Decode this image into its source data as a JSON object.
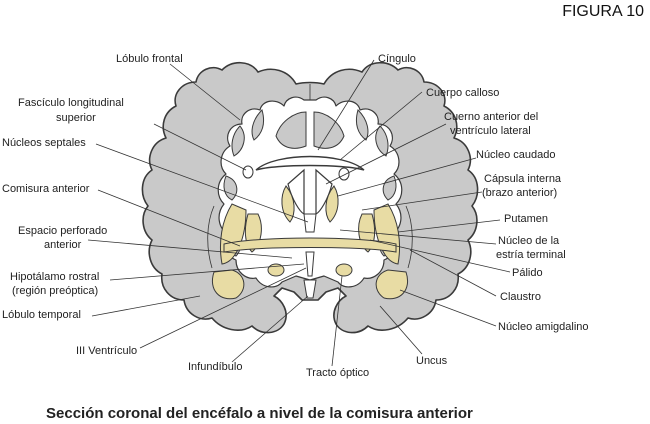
{
  "figure_label": "FIGURA 10",
  "caption": "Sección coronal del encéfalo a nivel de la comisura anterior",
  "colors": {
    "cortex_fill": "#c9c9c9",
    "outline": "#3a3a3a",
    "nuclei_fill": "#e8dca4",
    "background": "#ffffff"
  },
  "labels": {
    "lobulo_frontal": "Lóbulo frontal",
    "cingulo": "Cíngulo",
    "fasciculo_line1": "Fascículo longitudinal",
    "fasciculo_line2": "superior",
    "cuerpo_calloso": "Cuerpo calloso",
    "cuerno_line1": "Cuerno anterior del",
    "cuerno_line2": "ventrículo lateral",
    "nucleos_septales": "Núcleos septales",
    "nucleo_caudado": "Núcleo caudado",
    "comisura_anterior": "Comisura anterior",
    "capsula_line1": "Cápsula interna",
    "capsula_line2": "(brazo anterior)",
    "espacio_line1": "Espacio perforado",
    "espacio_line2": "anterior",
    "putamen": "Putamen",
    "nucleo_estria_line1": "Núcleo de la",
    "nucleo_estria_line2": "estría terminal",
    "hipotalamo_line1": "Hipotálamo rostral",
    "hipotalamo_line2": "(región preóptica)",
    "palido": "Pálido",
    "claustro": "Claustro",
    "lobulo_temporal": "Lóbulo temporal",
    "nucleo_amigdalino": "Núcleo amigdalino",
    "iii_ventriculo": "III Ventrículo",
    "infundibulo": "Infundíbulo",
    "tracto_optico": "Tracto óptico",
    "uncus": "Uncus"
  }
}
